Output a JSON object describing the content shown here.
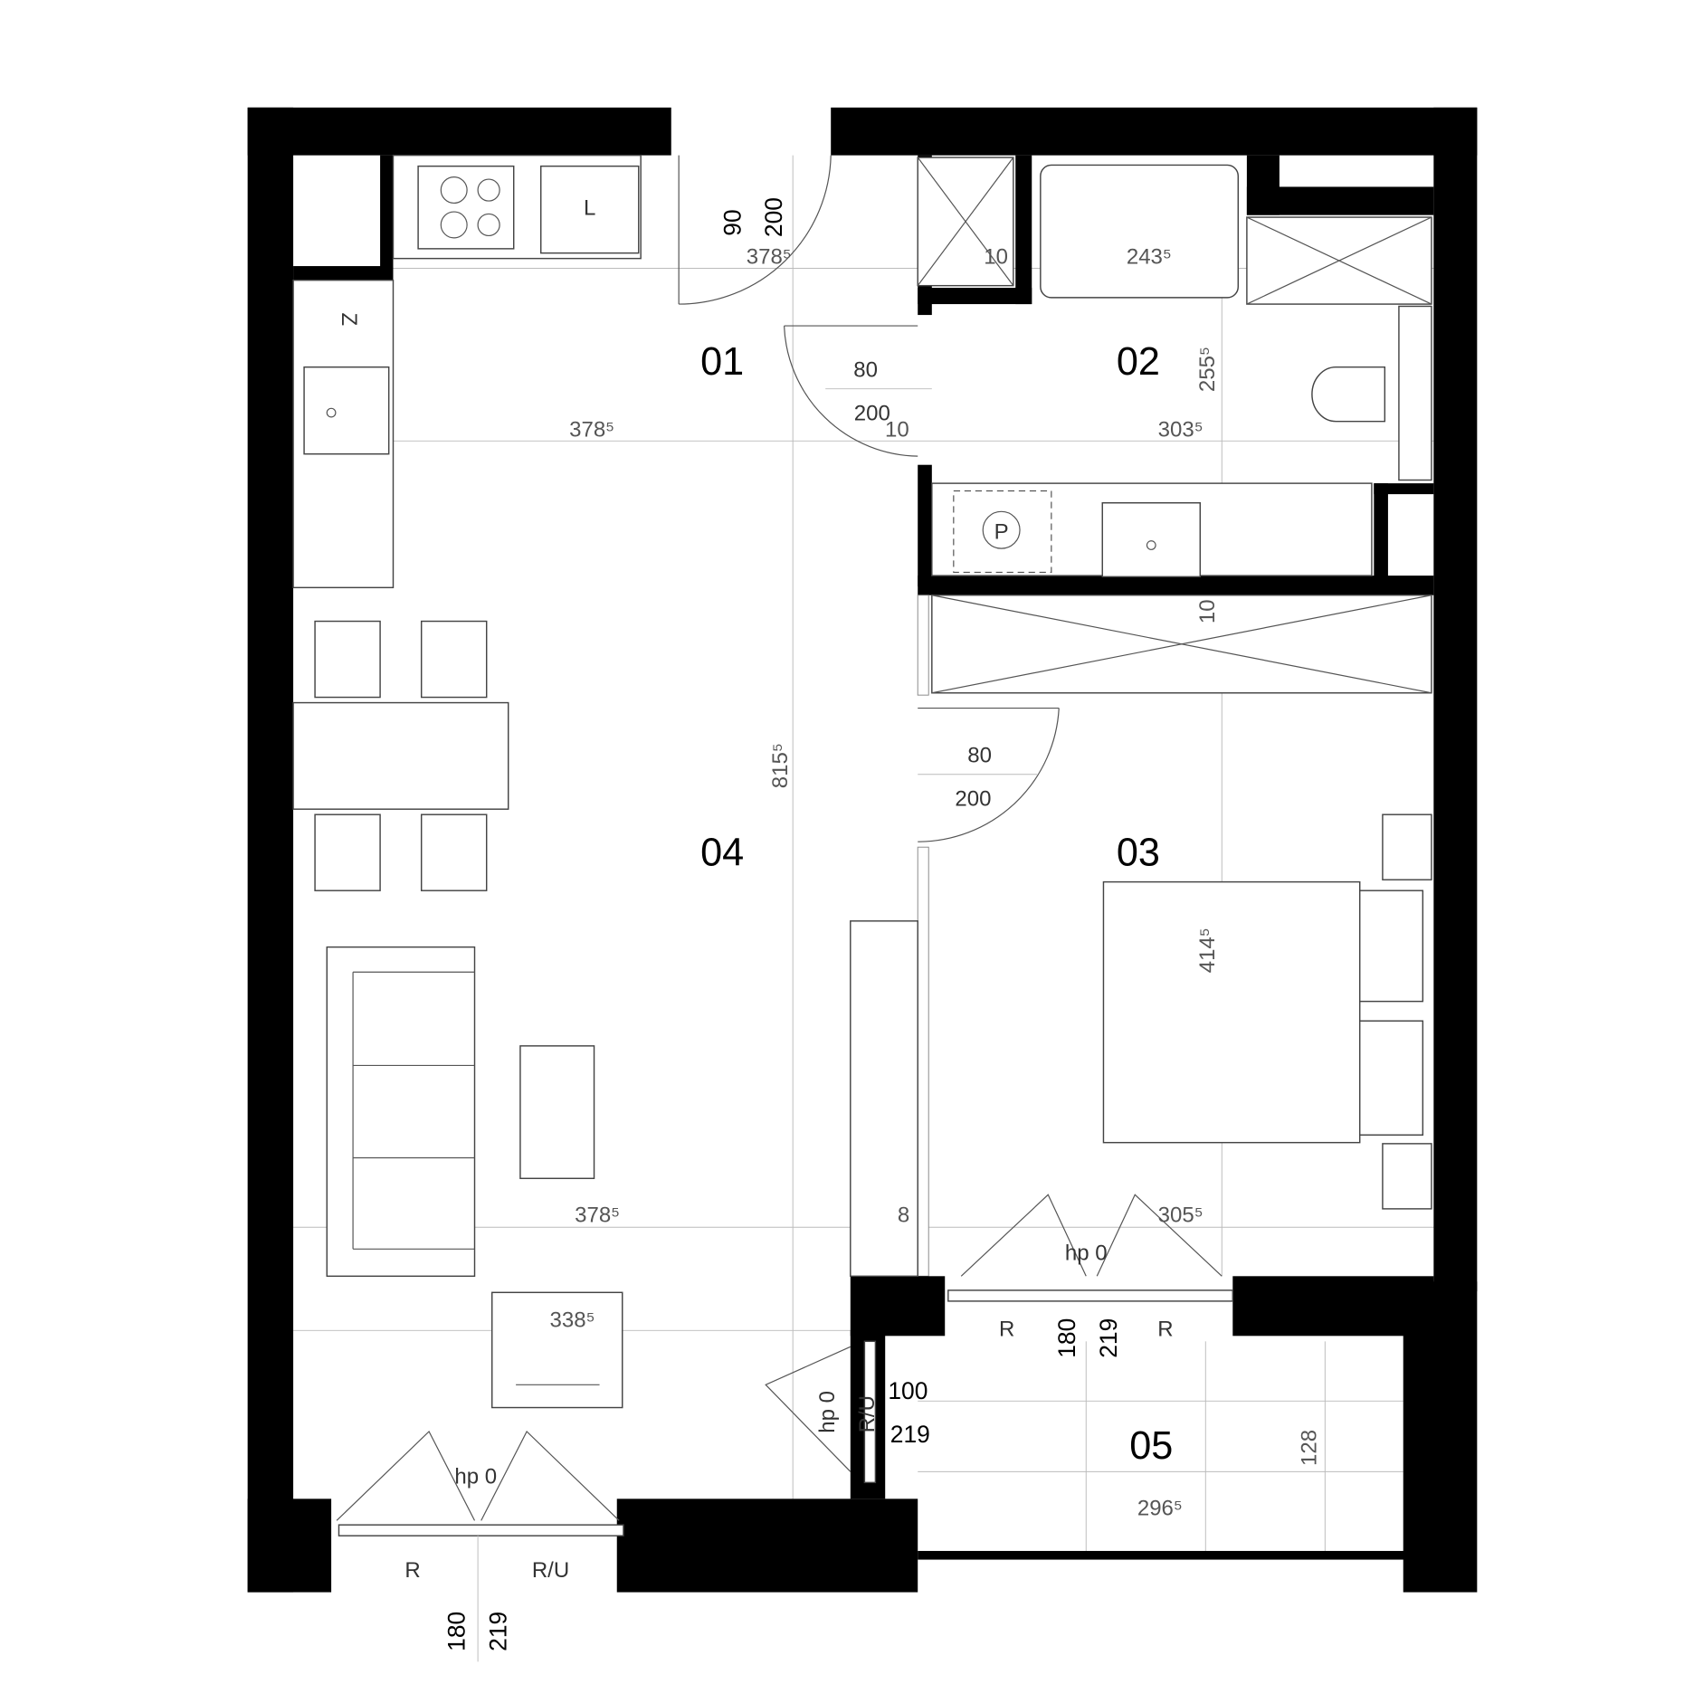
{
  "rooms": [
    "01",
    "02",
    "03",
    "04",
    "05"
  ],
  "appliances": {
    "sink_label": "L",
    "fridge_label": "Z",
    "boiler_label": "P"
  },
  "dimensions": {
    "entry_door_w": "90",
    "entry_door_h": "200",
    "kitchen_width_top": "378⁵",
    "shower_gap": "10",
    "bath_width": "243⁵",
    "door_01_02_w": "80",
    "door_01_02_h": "200",
    "wall_01_02": "10",
    "hall_width": "378⁵",
    "bath_room_width": "303⁵",
    "bath_room_height": "255⁵",
    "wall_p": "10",
    "living_height": "815⁵",
    "door_03_w": "80",
    "door_03_h": "200",
    "bedroom_height": "414⁵",
    "living_width": "378⁵",
    "wall_8": "8",
    "bedroom_width": "305⁵",
    "living_width_2": "338⁵",
    "bed_window_hp": "hp 0",
    "bed_window_w": "180",
    "bed_window_h": "219",
    "bed_window_left": "R",
    "bed_window_right": "R",
    "balcony_door_hp": "hp 0",
    "balcony_door_type": "R/U",
    "balcony_door_w": "100",
    "balcony_door_h": "219",
    "balcony_depth": "128",
    "balcony_width": "296⁵",
    "living_window_hp": "hp 0",
    "living_window_left": "R",
    "living_window_right": "R/U",
    "living_window_w": "180",
    "living_window_h": "219"
  }
}
